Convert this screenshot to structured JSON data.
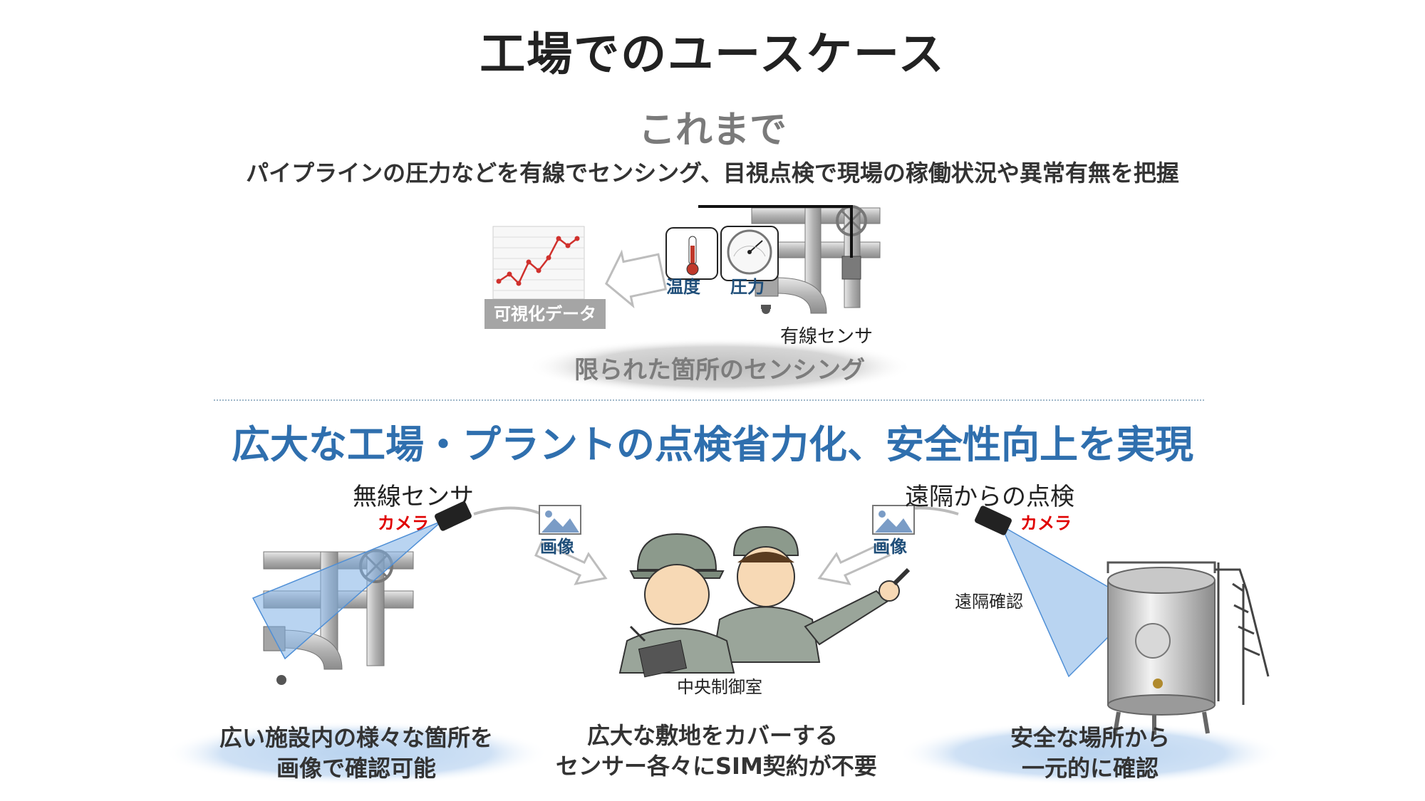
{
  "title": "工場でのユースケース",
  "before": {
    "heading": "これまで",
    "description": "パイプラインの圧力などを有線でセンシング、目視点検で現場の稼働状況や異常有無を把握",
    "dataviz_label": "可視化データ",
    "temperature_label": "温度",
    "pressure_label": "圧力",
    "wired_sensor_label": "有線センサ",
    "limited_label": "限られた箇所のセンシング"
  },
  "after": {
    "heading": "広大な工場・プラントの点検省力化、安全性向上を実現",
    "wireless_label": "無線センサ",
    "remote_label": "遠隔からの点検",
    "camera_label": "カメラ",
    "image_label": "画像",
    "remote_check_label": "遠隔確認",
    "control_room_label": "中央制御室"
  },
  "benefits": {
    "left_line1": "広い施設内の様々な箇所を",
    "left_line2": "画像で確認可能",
    "center_line1": "広大な敷地をカバーする",
    "center_line2": "センサー各々にSIM契約が不要",
    "right_line1": "安全な場所から",
    "right_line2": "一元的に確認"
  },
  "colors": {
    "heading_blue": "#2f6fae",
    "camera_red": "#e00000",
    "label_navy": "#1f4e79",
    "gray_text": "#7a7a7a"
  }
}
